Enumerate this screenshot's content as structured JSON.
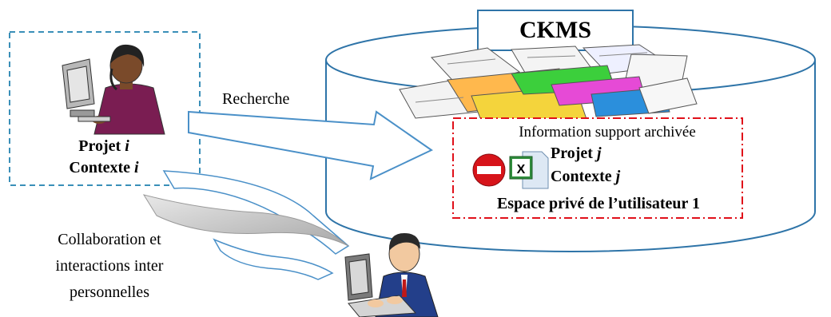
{
  "repository": {
    "title": "CKMS"
  },
  "user_i": {
    "project_label": "Projet",
    "project_var": "i",
    "context_label": "Contexte",
    "context_var": "i"
  },
  "search_arrow": {
    "label": "Recherche"
  },
  "archived_info": {
    "heading": "Information support archivée",
    "project_label": "Projet",
    "project_var": "j",
    "context_label": "Contexte",
    "context_var": "j",
    "private_space": "Espace privé de l’utilisateur 1",
    "icons": [
      "no-entry-icon",
      "spreadsheet-file-icon"
    ]
  },
  "collaboration": {
    "line1": "Collaboration et",
    "line2": "interactions inter",
    "line3": "personnelles"
  },
  "colors": {
    "cylinder_stroke": "#2e74a8",
    "user_box_stroke": "#3a8fb8",
    "arrow_stroke": "#4a90c8",
    "archive_box_stroke": "#e0101a",
    "swoosh_fill": "#c9c9c9"
  }
}
